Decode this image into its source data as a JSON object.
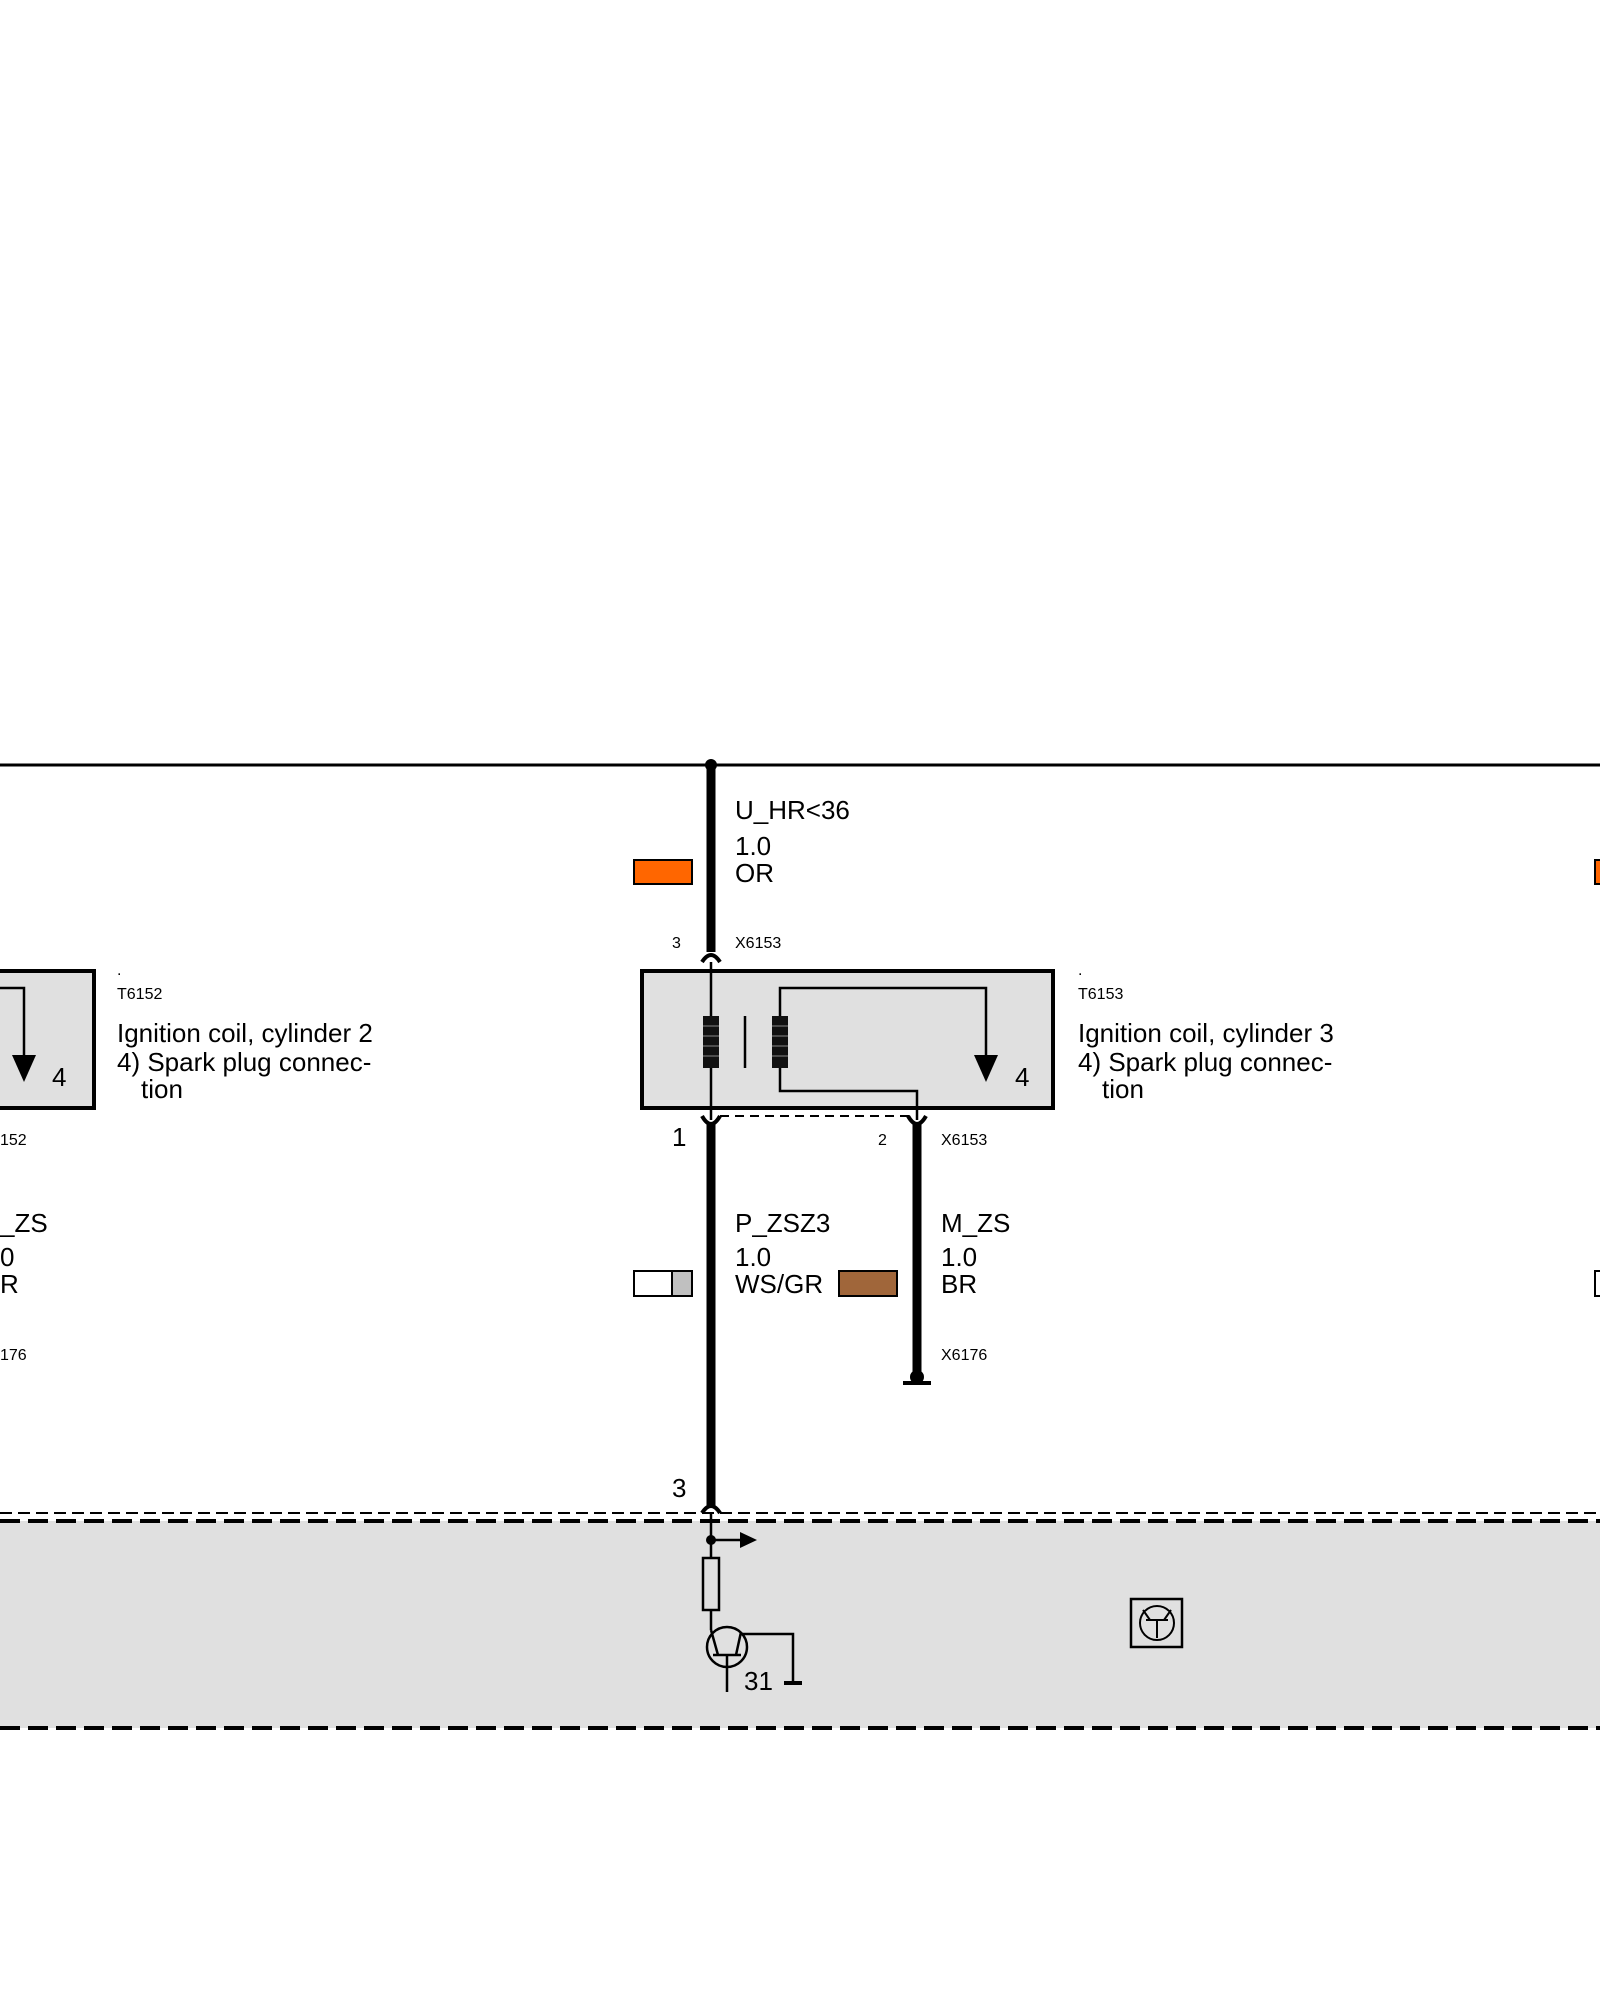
{
  "components": {
    "left": {
      "id": "T6152",
      "dot": ".",
      "name": "Ignition coil, cylinder 2",
      "note_line1": "4) Spark plug connec-",
      "note_line2": "tion",
      "pin_number": "4",
      "connector_partial": "152",
      "ground_connector_partial": "176"
    },
    "center": {
      "id": "T6153",
      "dot": ".",
      "name": "Ignition coil, cylinder 3",
      "note_line1": "4) Spark plug connec-",
      "note_line2": "tion",
      "pin_number": "4"
    }
  },
  "connectors": {
    "top": {
      "id": "X6153",
      "pin": "3"
    },
    "bottom": {
      "id": "X6153",
      "pin1": "1",
      "pin2": "2"
    },
    "ground": {
      "id": "X6176"
    },
    "module_pin": "3"
  },
  "wires": {
    "supply": {
      "signal": "U_HR<36",
      "gauge": "1.0",
      "color_code": "OR",
      "swatch": "#ff6600"
    },
    "signal": {
      "signal": "P_ZSZ3",
      "gauge": "1.0",
      "color_code": "WS/GR",
      "swatch_a": "#ffffff",
      "swatch_b": "#c0c0c0"
    },
    "ground": {
      "signal": "M_ZS",
      "gauge": "1.0",
      "color_code": "BR",
      "swatch": "#a0663a"
    },
    "left_partial": {
      "signal": "_ZS",
      "gauge": "0",
      "color_code": "R"
    }
  },
  "module": {
    "ground_terminal": "31",
    "fill": "#e0e0e0"
  }
}
